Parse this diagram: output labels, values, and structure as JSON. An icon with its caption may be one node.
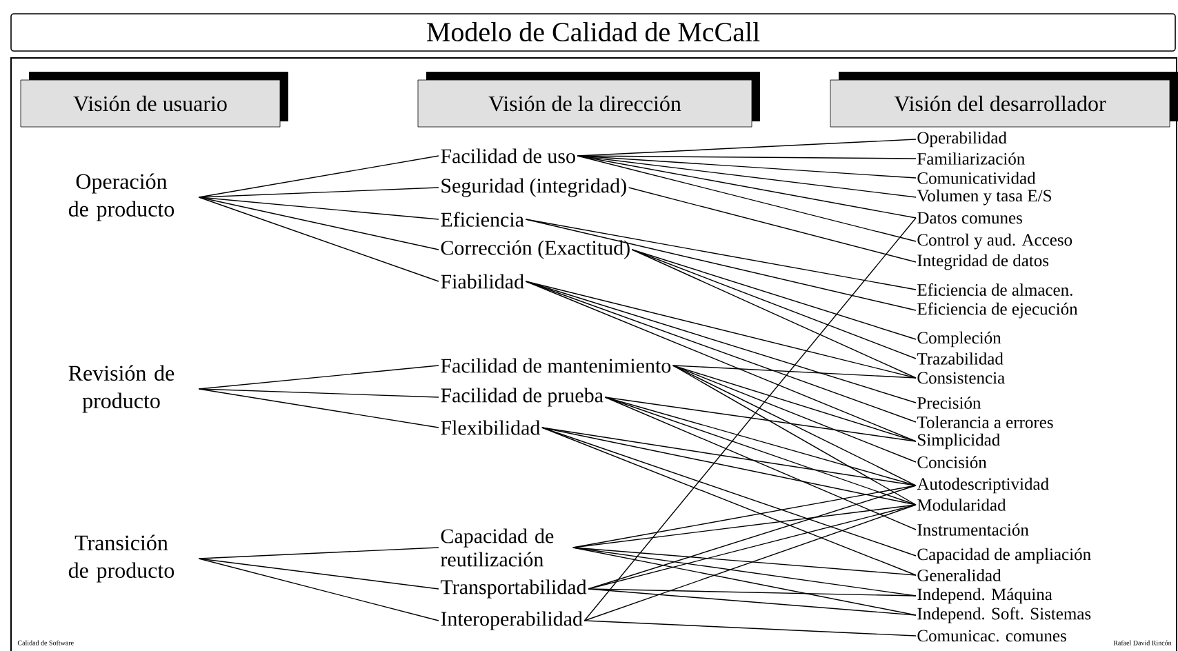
{
  "diagram": {
    "title": "Modelo de Calidad de McCall",
    "nodes": [
      {
        "text": [
          "Visión de usuario"
        ]
      },
      {
        "text": [
          "Visión de la dirección"
        ]
      },
      {
        "text": [
          "Visión del desarrollador"
        ]
      },
      {
        "text": [
          "Operación de producto"
        ]
      },
      {
        "text": [
          "Revisión de producto"
        ]
      },
      {
        "text": [
          "Transición de producto"
        ]
      },
      {
        "text": [
          "Facilidad de uso"
        ]
      },
      {
        "text": [
          "Seguridad (integridad)"
        ]
      },
      {
        "text": [
          "Eficiencia"
        ]
      },
      {
        "text": [
          "Corrección (Exactitud)"
        ]
      },
      {
        "text": [
          "Fiabilidad"
        ]
      },
      {
        "text": [
          "Facilidad de mantenimiento"
        ]
      },
      {
        "text": [
          "Facilidad de prueba"
        ]
      },
      {
        "text": [
          "Flexibilidad"
        ]
      },
      {
        "text": [
          "Capacidad de reutilización"
        ]
      },
      {
        "text": [
          "Transportabilidad"
        ]
      },
      {
        "text": [
          "Interoperabilidad"
        ]
      },
      {
        "text": [
          "Operabilidad"
        ]
      },
      {
        "text": [
          "Familiarización"
        ]
      },
      {
        "text": [
          "Comunicatividad"
        ]
      },
      {
        "text": [
          "Volumen y tasa E/S"
        ]
      },
      {
        "text": [
          "Datos comunes"
        ]
      },
      {
        "text": [
          "Control y aud. Acceso"
        ]
      },
      {
        "text": [
          "Integridad de datos"
        ]
      },
      {
        "text": [
          "Eficiencia de almacen."
        ]
      },
      {
        "text": [
          "Eficiencia de ejecución"
        ]
      },
      {
        "text": [
          "Compleción"
        ]
      },
      {
        "text": [
          "Trazabilidad"
        ]
      },
      {
        "text": [
          "Consistencia"
        ]
      },
      {
        "text": [
          "Precisión"
        ]
      },
      {
        "text": [
          "Tolerancia a errores"
        ]
      },
      {
        "text": [
          "Simplicidad"
        ]
      },
      {
        "text": [
          "Concisión"
        ]
      },
      {
        "text": [
          "Autodescriptividad"
        ]
      },
      {
        "text": [
          "Modularidad"
        ]
      },
      {
        "text": [
          "Instrumentación"
        ]
      },
      {
        "text": [
          "Capacidad de ampliación"
        ]
      },
      {
        "text": [
          "Generalidad"
        ]
      },
      {
        "text": [
          "Independ. Máquina"
        ]
      },
      {
        "text": [
          "Independ. Soft. Sistemas"
        ]
      },
      {
        "text": [
          "Comunicac. comunes"
        ]
      }
    ],
    "edges": [
      {
        "from": 3,
        "to": 6,
        "arrow": "none"
      },
      {
        "from": 3,
        "to": 7,
        "arrow": "none"
      },
      {
        "from": 3,
        "to": 8,
        "arrow": "none"
      },
      {
        "from": 3,
        "to": 9,
        "arrow": "none"
      },
      {
        "from": 3,
        "to": 10,
        "arrow": "none"
      },
      {
        "from": 4,
        "to": 11,
        "arrow": "none"
      },
      {
        "from": 4,
        "to": 12,
        "arrow": "none"
      },
      {
        "from": 4,
        "to": 13,
        "arrow": "none"
      },
      {
        "from": 5,
        "to": 14,
        "arrow": "none"
      },
      {
        "from": 5,
        "to": 15,
        "arrow": "none"
      },
      {
        "from": 5,
        "to": 16,
        "arrow": "none"
      },
      {
        "from": 6,
        "to": 17,
        "arrow": "none"
      },
      {
        "from": 6,
        "to": 18,
        "arrow": "none"
      },
      {
        "from": 6,
        "to": 19,
        "arrow": "none"
      },
      {
        "from": 6,
        "to": 20,
        "arrow": "none"
      },
      {
        "from": 6,
        "to": 21,
        "arrow": "none"
      },
      {
        "from": 6,
        "to": 22,
        "arrow": "none"
      },
      {
        "from": 7,
        "to": 23,
        "arrow": "none"
      },
      {
        "from": 8,
        "to": 24,
        "arrow": "none"
      },
      {
        "from": 8,
        "to": 25,
        "arrow": "none"
      },
      {
        "from": 9,
        "to": 26,
        "arrow": "none"
      },
      {
        "from": 9,
        "to": 27,
        "arrow": "none"
      },
      {
        "from": 9,
        "to": 28,
        "arrow": "none"
      },
      {
        "from": 10,
        "to": 28,
        "arrow": "none"
      },
      {
        "from": 10,
        "to": 29,
        "arrow": "none"
      },
      {
        "from": 10,
        "to": 30,
        "arrow": "none"
      },
      {
        "from": 10,
        "to": 31,
        "arrow": "none"
      },
      {
        "from": 11,
        "to": 28,
        "arrow": "none"
      },
      {
        "from": 11,
        "to": 31,
        "arrow": "none"
      },
      {
        "from": 11,
        "to": 32,
        "arrow": "none"
      },
      {
        "from": 11,
        "to": 33,
        "arrow": "none"
      },
      {
        "from": 11,
        "to": 34,
        "arrow": "none"
      },
      {
        "from": 12,
        "to": 31,
        "arrow": "none"
      },
      {
        "from": 12,
        "to": 33,
        "arrow": "none"
      },
      {
        "from": 12,
        "to": 34,
        "arrow": "none"
      },
      {
        "from": 12,
        "to": 35,
        "arrow": "none"
      },
      {
        "from": 13,
        "to": 33,
        "arrow": "none"
      },
      {
        "from": 13,
        "to": 34,
        "arrow": "none"
      },
      {
        "from": 13,
        "to": 36,
        "arrow": "none"
      },
      {
        "from": 13,
        "to": 37,
        "arrow": "none"
      },
      {
        "from": 14,
        "to": 33,
        "arrow": "none"
      },
      {
        "from": 14,
        "to": 34,
        "arrow": "none"
      },
      {
        "from": 14,
        "to": 37,
        "arrow": "none"
      },
      {
        "from": 14,
        "to": 38,
        "arrow": "none"
      },
      {
        "from": 14,
        "to": 39,
        "arrow": "none"
      },
      {
        "from": 15,
        "to": 33,
        "arrow": "none"
      },
      {
        "from": 15,
        "to": 34,
        "arrow": "none"
      },
      {
        "from": 15,
        "to": 38,
        "arrow": "none"
      },
      {
        "from": 15,
        "to": 39,
        "arrow": "none"
      },
      {
        "from": 16,
        "to": 34,
        "arrow": "none"
      },
      {
        "from": 16,
        "to": 21,
        "arrow": "none"
      },
      {
        "from": 16,
        "to": 40,
        "arrow": "none"
      }
    ],
    "labels": [
      "Calidad de Software",
      "Rafael David Rincón"
    ]
  }
}
